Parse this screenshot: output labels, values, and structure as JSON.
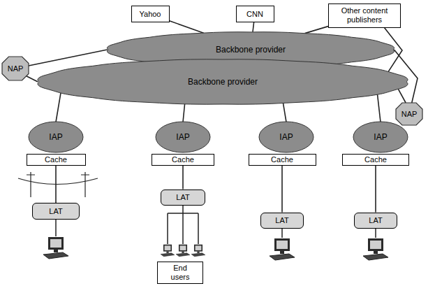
{
  "diagram": {
    "nodes": [
      {
        "text": [
          "Yahoo"
        ]
      },
      {
        "text": [
          "CNN"
        ]
      },
      {
        "text": [
          "Other content publishers"
        ]
      },
      {
        "text": [
          "Backbone provider"
        ]
      },
      {
        "text": [
          "NAP"
        ]
      },
      {
        "text": [
          "Backbone provider"
        ]
      },
      {
        "text": [
          "NAP"
        ]
      },
      {
        "text": [
          "IAP"
        ]
      },
      {
        "text": [
          "IAP"
        ]
      },
      {
        "text": [
          "IAP"
        ]
      },
      {
        "text": [
          "IAP"
        ]
      },
      {
        "text": [
          "Cache"
        ]
      },
      {
        "text": [
          "Cache"
        ]
      },
      {
        "text": [
          "Cache"
        ]
      },
      {
        "text": [
          "Cache"
        ]
      },
      {
        "text": [
          "LAT"
        ]
      },
      {
        "text": [
          "LAT"
        ]
      },
      {
        "text": [
          "LAT"
        ]
      },
      {
        "text": [
          "LAT"
        ]
      },
      {
        "text": [
          "End users"
        ]
      }
    ],
    "edges": [
      {
        "from": 0,
        "to": 3,
        "arrow": "none"
      },
      {
        "from": 1,
        "to": 3,
        "arrow": "none"
      },
      {
        "from": 2,
        "to": 3,
        "arrow": "none"
      },
      {
        "from": 2,
        "to": 5,
        "arrow": "none"
      },
      {
        "from": 4,
        "to": 3,
        "arrow": "none"
      },
      {
        "from": 4,
        "to": 5,
        "arrow": "none"
      },
      {
        "from": 6,
        "to": 3,
        "arrow": "none"
      },
      {
        "from": 6,
        "to": 5,
        "arrow": "none"
      },
      {
        "from": 5,
        "to": 7,
        "arrow": "none"
      },
      {
        "from": 5,
        "to": 8,
        "arrow": "none"
      },
      {
        "from": 5,
        "to": 9,
        "arrow": "none"
      },
      {
        "from": 5,
        "to": 10,
        "arrow": "none"
      },
      {
        "from": 11,
        "to": 15,
        "arrow": "none"
      },
      {
        "from": 12,
        "to": 16,
        "arrow": "none"
      },
      {
        "from": 13,
        "to": 17,
        "arrow": "none"
      },
      {
        "from": 14,
        "to": 18,
        "arrow": "none"
      }
    ]
  }
}
